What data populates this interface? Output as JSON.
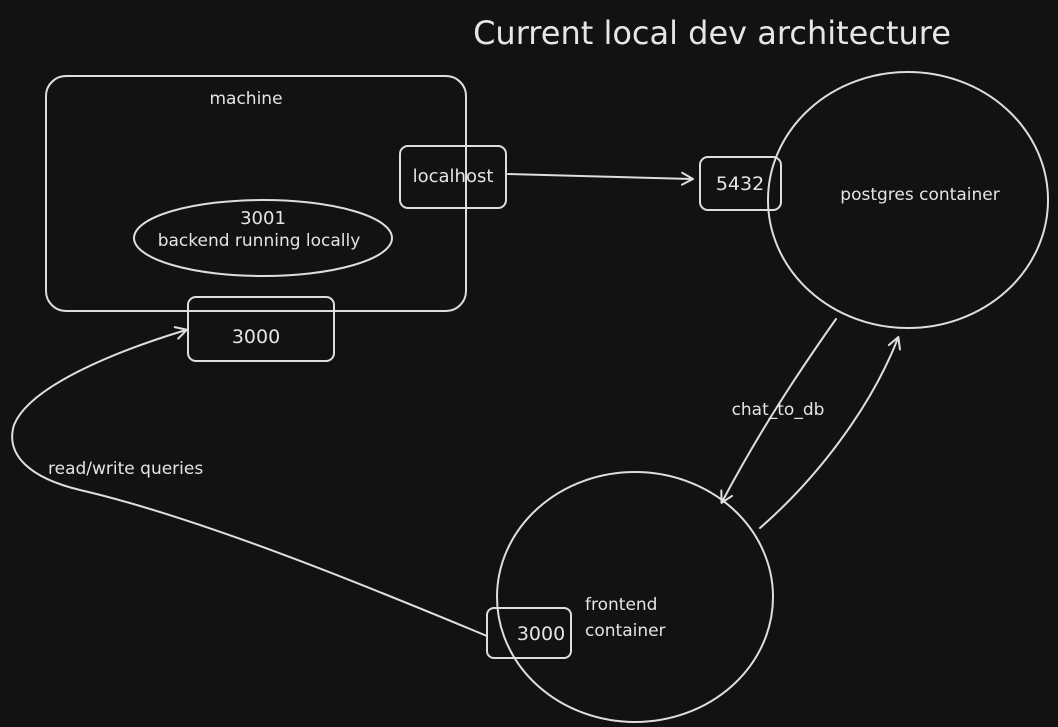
{
  "diagram": {
    "title": "Current local dev architecture",
    "machine": {
      "label": "machine",
      "localhost_label": "localhost",
      "backend_port": "3001",
      "backend_label": "backend running locally",
      "exposed_port": "3000"
    },
    "postgres": {
      "label": "postgres container",
      "port": "5432"
    },
    "frontend": {
      "label_line1": "frontend",
      "label_line2": "container",
      "port": "3000"
    },
    "edges": {
      "chat_to_db": "chat_to_db",
      "read_write": "read/write queries"
    }
  }
}
